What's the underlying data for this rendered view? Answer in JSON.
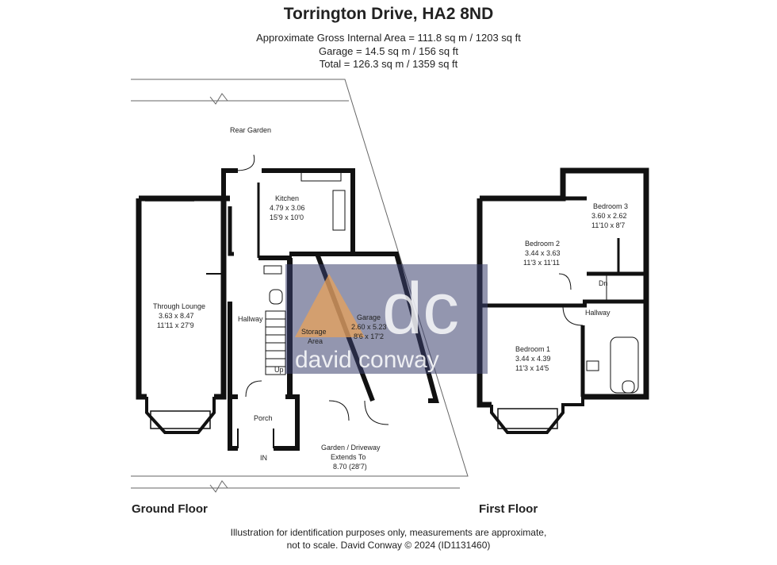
{
  "header": {
    "title": "Torrington Drive, HA2 8ND",
    "gross_area": "Approximate Gross Internal Area = 111.8 sq m / 1203 sq ft",
    "garage_area": "Garage = 14.5 sq m / 156 sq ft",
    "total_area": "Total = 126.3 sq m / 1359 sq ft"
  },
  "ground_floor": {
    "label": "Ground Floor",
    "rear_garden": "Rear Garden",
    "kitchen": {
      "name": "Kitchen",
      "metric": "4.79 x 3.06",
      "imperial": "15'9 x 10'0"
    },
    "lounge": {
      "name": "Through Lounge",
      "metric": "3.63 x 8.47",
      "imperial": "11'11 x 27'9"
    },
    "hallway": "Hallway",
    "storage": "Storage",
    "storage2": "Area",
    "garage": {
      "name": "Garage",
      "metric": "2.60 x 5.23",
      "imperial": "8'6 x 17'2"
    },
    "up": "Up",
    "porch": "Porch",
    "in": "IN",
    "driveway": {
      "line1": "Garden / Driveway",
      "line2": "Extends To",
      "line3": "8.70 (28'7)"
    }
  },
  "first_floor": {
    "label": "First Floor",
    "bedroom2": {
      "name": "Bedroom 2",
      "metric": "3.44 x 3.63",
      "imperial": "11'3 x 11'11"
    },
    "bedroom3": {
      "name": "Bedroom 3",
      "metric": "3.60 x 2.62",
      "imperial": "11'10 x 8'7"
    },
    "bedroom1": {
      "name": "Bedroom 1",
      "metric": "3.44 x 4.39",
      "imperial": "11'3 x 14'5"
    },
    "hallway": "Hallway",
    "dn": "Dn"
  },
  "watermark": {
    "logo": "dc",
    "brand": "david conway"
  },
  "footer": {
    "line1": "Illustration for identification purposes only, measurements are approximate,",
    "line2": "not to scale. David Conway © 2024 (ID1131460)"
  },
  "colors": {
    "wall": "#111111",
    "watermark_bg": "#3b3f6e",
    "watermark_accent": "#e8a25a"
  }
}
